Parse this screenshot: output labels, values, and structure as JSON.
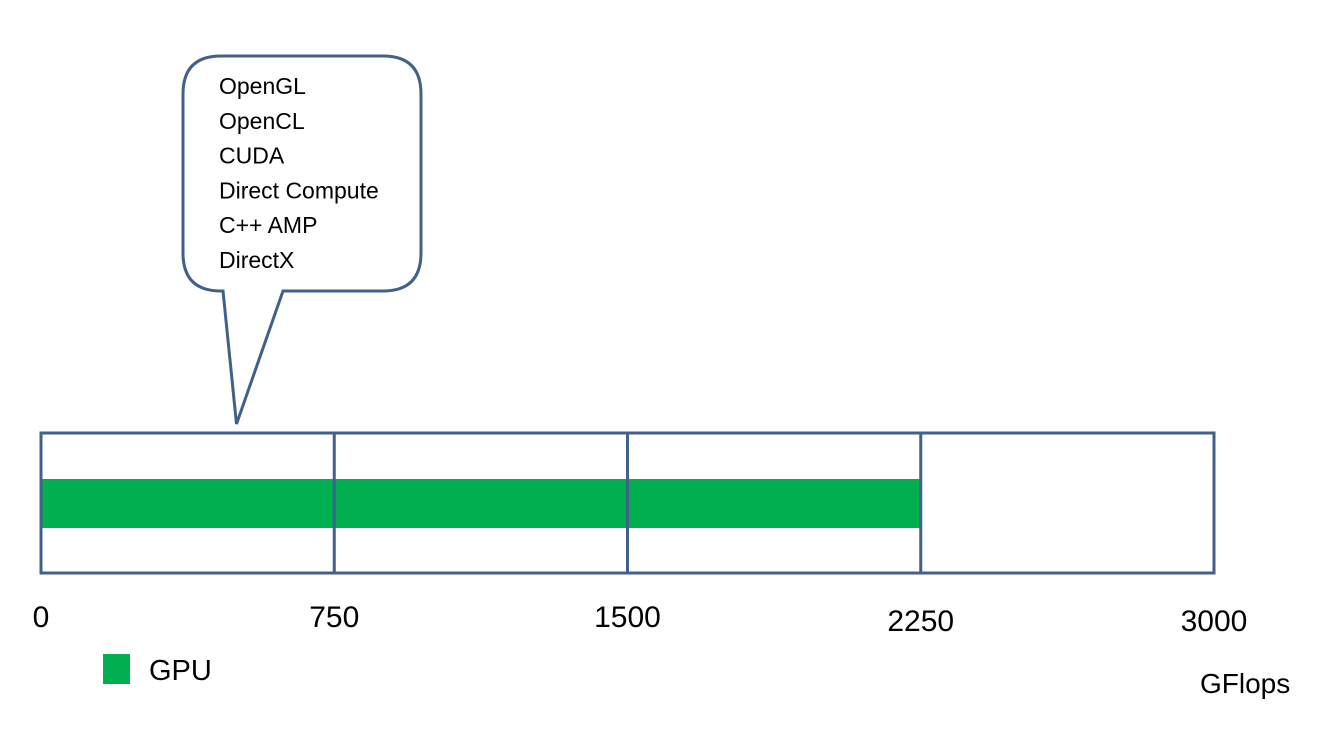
{
  "chart_data": {
    "type": "bar",
    "orientation": "horizontal",
    "categories": [
      "GPU"
    ],
    "series": [
      {
        "name": "GPU",
        "values": [
          2250
        ],
        "color": "#00b050"
      }
    ],
    "xlim": [
      0,
      3000
    ],
    "xticks": [
      0,
      750,
      1500,
      2250,
      3000
    ],
    "tick_labels": [
      "0",
      "750",
      "1500",
      "2250",
      "3000"
    ],
    "xlabel": "GFlops",
    "grid": true,
    "legend": {
      "position": "bottom-left",
      "entries": [
        "GPU"
      ]
    },
    "frame_color": "#41618a",
    "callout": {
      "lines": [
        "OpenGL",
        "OpenCL",
        "CUDA",
        "Direct Compute",
        "C++ AMP",
        "DirectX"
      ],
      "points_to_value": 500
    }
  }
}
